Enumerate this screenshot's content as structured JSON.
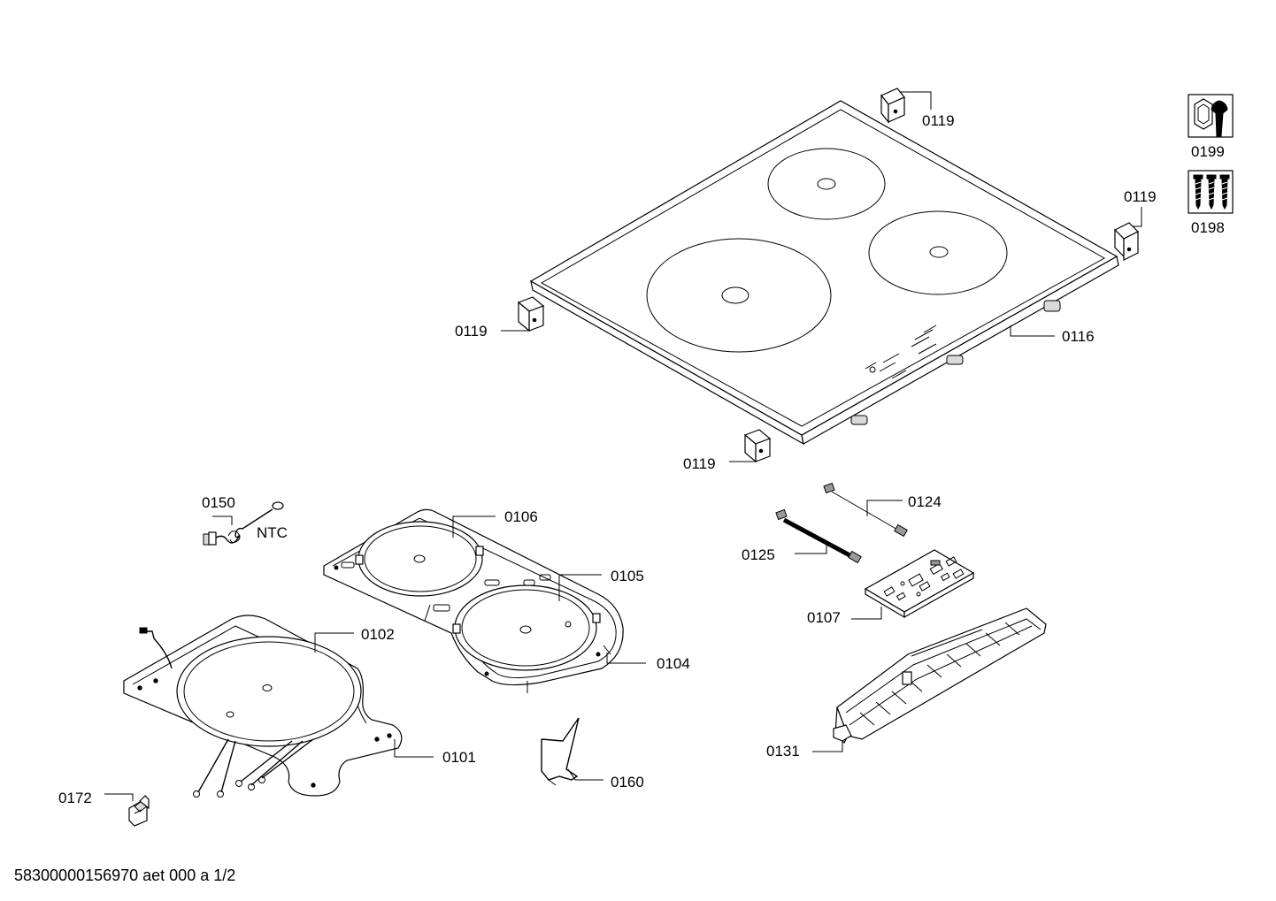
{
  "labels": {
    "l0119_a": "0119",
    "l0119_b": "0119",
    "l0119_c": "0119",
    "l0119_d": "0119",
    "l0199": "0199",
    "l0198": "0198",
    "l0116": "0116",
    "l0150": "0150",
    "ntc": "NTC",
    "l0106": "0106",
    "l0105": "0105",
    "l0104": "0104",
    "l0102": "0102",
    "l0101": "0101",
    "l0172": "0172",
    "l0160": "0160",
    "l0124": "0124",
    "l0125": "0125",
    "l0107": "0107",
    "l0131": "0131"
  },
  "icons": {
    "service": "wrench-nut-icon",
    "screws": "screw-set-icon"
  },
  "footer": {
    "doc_id": "58300000156970 aet 000 a 1/2"
  }
}
